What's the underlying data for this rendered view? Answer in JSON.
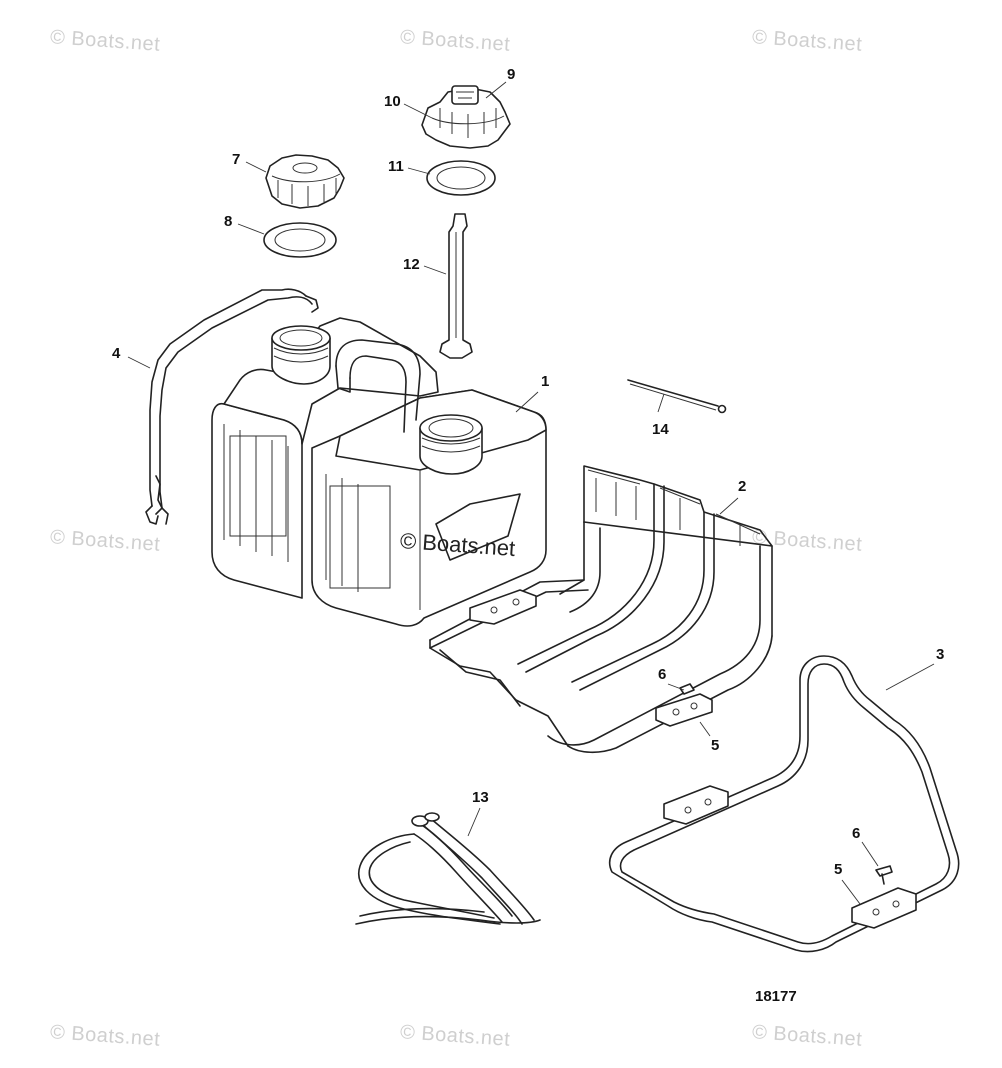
{
  "watermark": "© Boats.net",
  "center_watermark": "© Boats.net",
  "drawing_number": "18177",
  "callouts": [
    {
      "id": "c1",
      "label": "1"
    },
    {
      "id": "c2",
      "label": "2"
    },
    {
      "id": "c3",
      "label": "3"
    },
    {
      "id": "c4",
      "label": "4"
    },
    {
      "id": "c5a",
      "label": "5"
    },
    {
      "id": "c5b",
      "label": "5"
    },
    {
      "id": "c6a",
      "label": "6"
    },
    {
      "id": "c6b",
      "label": "6"
    },
    {
      "id": "c7",
      "label": "7"
    },
    {
      "id": "c8",
      "label": "8"
    },
    {
      "id": "c9",
      "label": "9"
    },
    {
      "id": "c10",
      "label": "10"
    },
    {
      "id": "c11",
      "label": "11"
    },
    {
      "id": "c12",
      "label": "12"
    },
    {
      "id": "c13",
      "label": "13"
    },
    {
      "id": "c14",
      "label": "14"
    }
  ]
}
